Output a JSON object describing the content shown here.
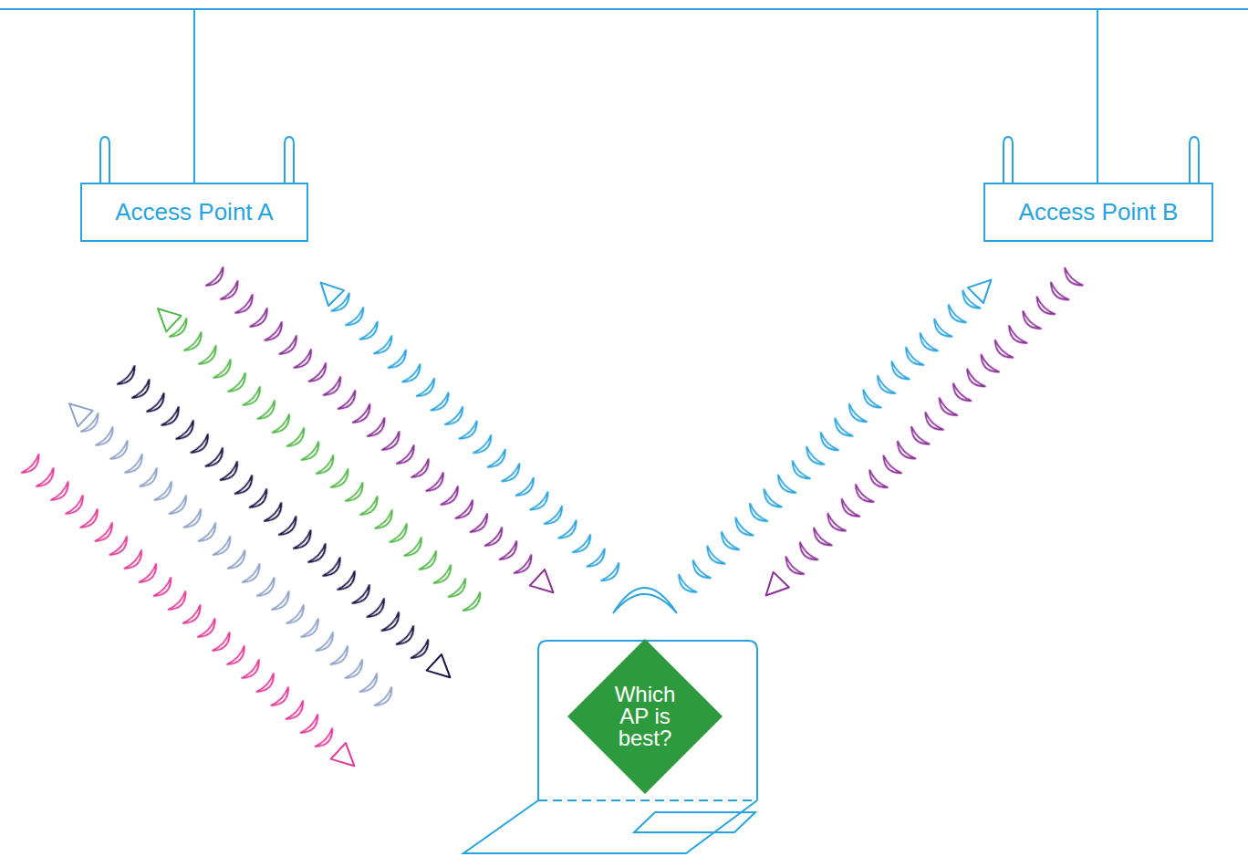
{
  "diagram": {
    "nodes": [
      {
        "text": [
          "Access Point A"
        ]
      },
      {
        "text": [
          "Access Point B"
        ]
      },
      {
        "text": [
          "Which AP is best?"
        ]
      }
    ]
  }
}
